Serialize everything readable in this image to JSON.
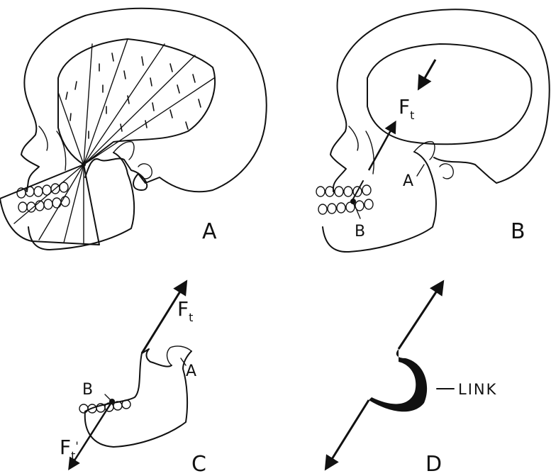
{
  "panels": {
    "a": {
      "label": "A"
    },
    "b": {
      "label": "B",
      "force_label": "F",
      "force_sub": "t",
      "point_a": "A",
      "point_b": "B"
    },
    "c": {
      "label": "C",
      "force_label": "F",
      "force_sub": "t",
      "reaction_label": "F",
      "reaction_sub": "t",
      "reaction_prime": "'",
      "point_a": "A",
      "point_b": "B"
    },
    "d": {
      "label": "D",
      "link_label": "LINK"
    }
  },
  "colors": {
    "ink": "#111111",
    "background": "#ffffff"
  }
}
